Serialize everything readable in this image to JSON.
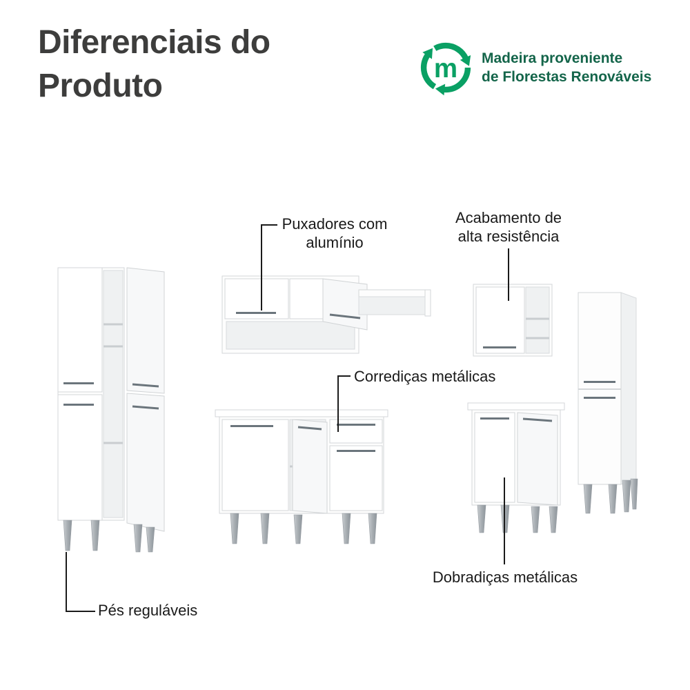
{
  "header": {
    "title_line1": "Diferenciais do",
    "title_line2": "Produto"
  },
  "badge": {
    "logo_letter": "m",
    "text_line1": "Madeira proveniente",
    "text_line2": "de Florestas Renováveis"
  },
  "callouts": {
    "handles": {
      "line1": "Puxadores com",
      "line2": "alumínio"
    },
    "finish": {
      "line1": "Acabamento de",
      "line2": "alta resistência"
    },
    "slides": {
      "text": "Corrediças metálicas"
    },
    "hinges": {
      "text": "Dobradiças metálicas"
    },
    "feet": {
      "text": "Pés reguláveis"
    }
  },
  "colors": {
    "title_text": "#3d3d3c",
    "callout_text": "#1a1a1a",
    "callout_line": "#1a1a1a",
    "badge_logo_green": "#0aa064",
    "badge_text_green": "#14654a",
    "furniture_white": "#fdfdfd",
    "furniture_edge": "#d3d6d8",
    "handle_gray": "#6b757c",
    "leg_metal_gray": "#a7adb2"
  }
}
